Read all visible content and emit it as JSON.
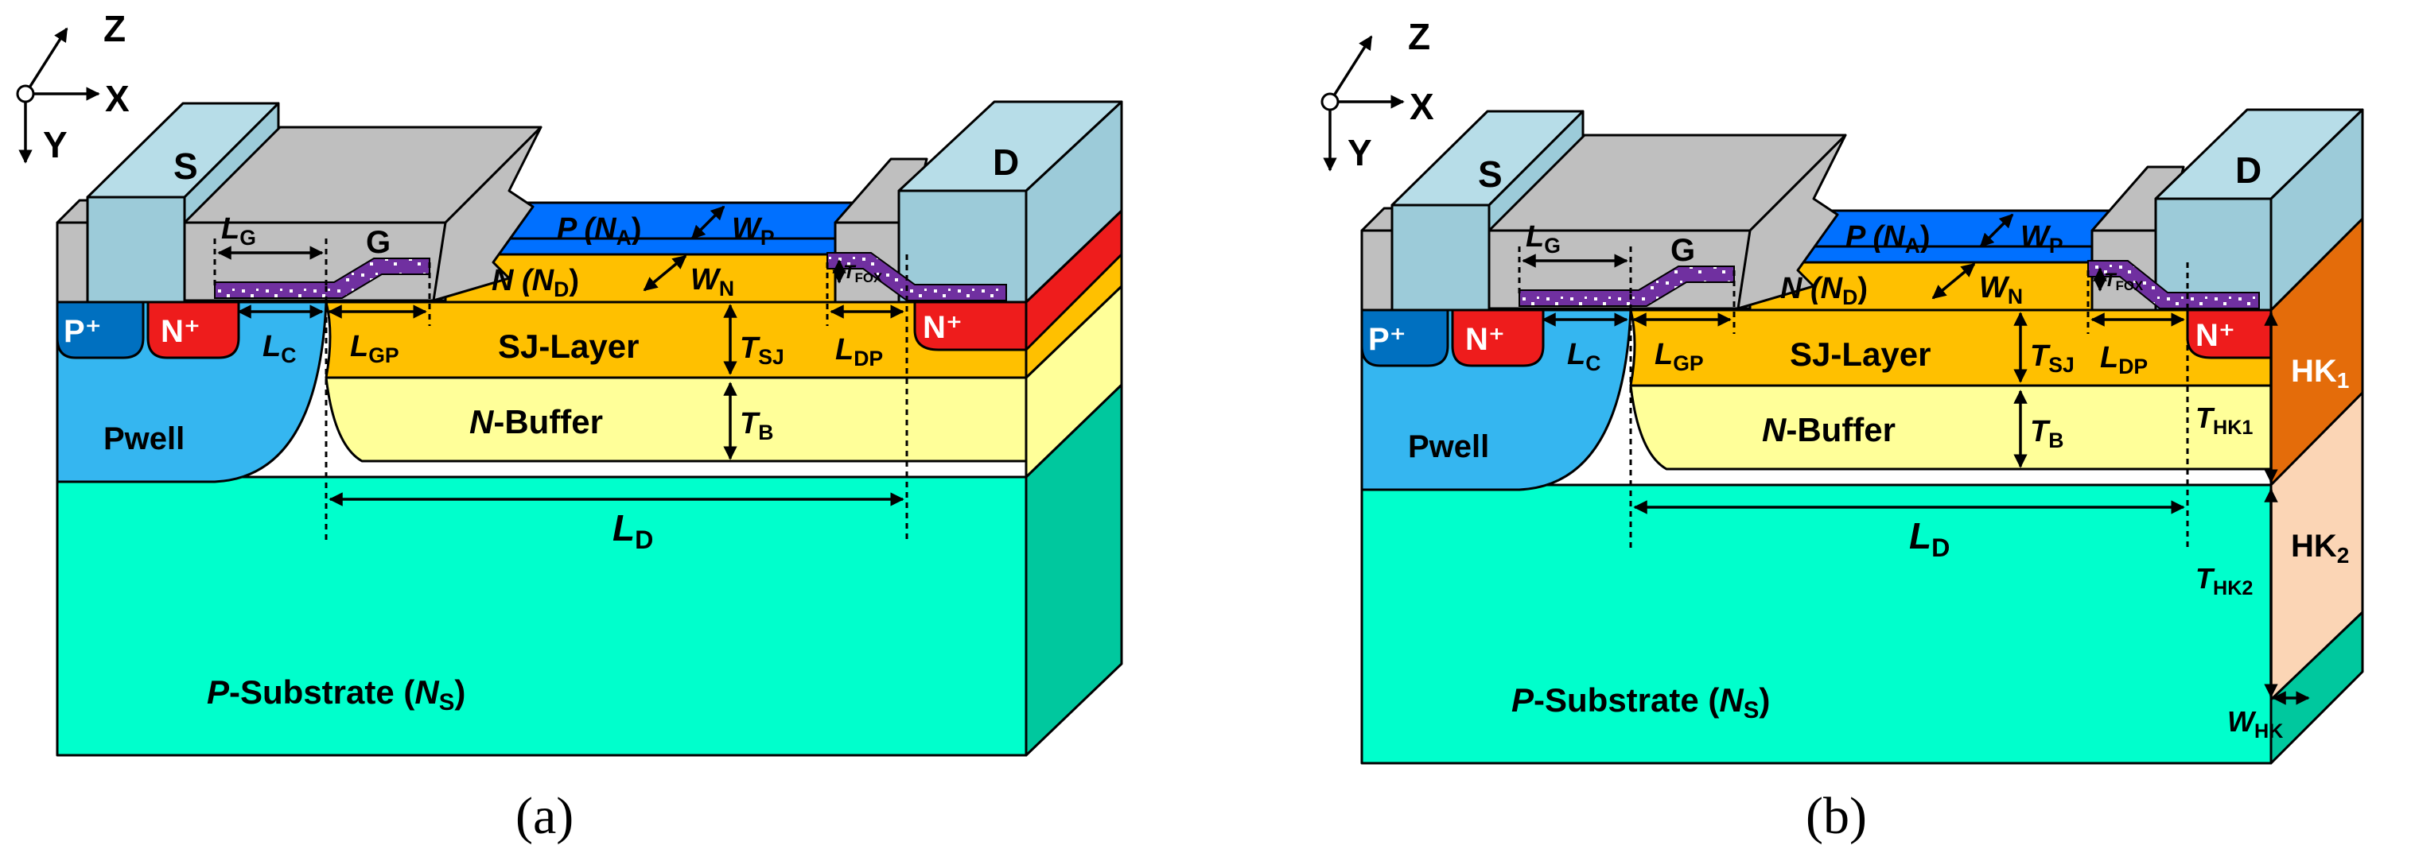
{
  "colors": {
    "substrate": "#00ffcc",
    "substrate_side": "#00c89e",
    "pwell": "#35b6f0",
    "pplus": "#0070c0",
    "nplus": "#ee1c1c",
    "sj": "#ffc000",
    "buffer": "#ffff99",
    "player": "#0070ff",
    "electrode": "#9ccbd9",
    "electrode_top": "#b7dde8",
    "gate": "#bfbfbf",
    "field_plate": "#7030a0",
    "hk1": "#e46c0a",
    "hk2": "#fbd5b5"
  },
  "axes": {
    "z": "Z",
    "x": "X",
    "y": "Y"
  },
  "panel_a": {
    "caption": "(a)",
    "source": "S",
    "drain": "D",
    "gate": "G",
    "player": {
      "pre": "P (",
      "sym": "N",
      "sub": "A",
      "post": ")"
    },
    "nlayer": {
      "pre": "N (",
      "sym": "N",
      "sub": "D",
      "post": ")"
    },
    "wp": {
      "sym": "W",
      "sub": "P"
    },
    "wn": {
      "sym": "W",
      "sub": "N"
    },
    "tfox": {
      "sym": "T",
      "sub": "FOX"
    },
    "pplus": "P⁺",
    "nplus_src": "N⁺",
    "nplus_drn": "N⁺",
    "sj_layer": "SJ-Layer",
    "n_buffer": {
      "italic": "N",
      "rest": "-Buffer"
    },
    "pwell": "Pwell",
    "substrate": {
      "italic1": "P",
      "mid": "-Substrate (",
      "italic2": "N",
      "sub": "S",
      "end": ")"
    },
    "lg": {
      "sym": "L",
      "sub": "G"
    },
    "lc": {
      "sym": "L",
      "sub": "C"
    },
    "lgp": {
      "sym": "L",
      "sub": "GP"
    },
    "ldp": {
      "sym": "L",
      "sub": "DP"
    },
    "tsj": {
      "sym": "T",
      "sub": "SJ"
    },
    "tb": {
      "sym": "T",
      "sub": "B"
    },
    "ld": {
      "sym": "L",
      "sub": "D"
    }
  },
  "panel_b": {
    "caption": "(b)",
    "source": "S",
    "drain": "D",
    "gate": "G",
    "player": {
      "pre": "P (",
      "sym": "N",
      "sub": "A",
      "post": ")"
    },
    "nlayer": {
      "pre": "N (",
      "sym": "N",
      "sub": "D",
      "post": ")"
    },
    "wp": {
      "sym": "W",
      "sub": "P"
    },
    "wn": {
      "sym": "W",
      "sub": "N"
    },
    "tfox": {
      "sym": "T",
      "sub": "FOX"
    },
    "pplus": "P⁺",
    "nplus_src": "N⁺",
    "nplus_drn": "N⁺",
    "sj_layer": "SJ-Layer",
    "n_buffer": {
      "italic": "N",
      "rest": "-Buffer"
    },
    "pwell": "Pwell",
    "substrate": {
      "italic1": "P",
      "mid": "-Substrate (",
      "italic2": "N",
      "sub": "S",
      "end": ")"
    },
    "lg": {
      "sym": "L",
      "sub": "G"
    },
    "lc": {
      "sym": "L",
      "sub": "C"
    },
    "lgp": {
      "sym": "L",
      "sub": "GP"
    },
    "ldp": {
      "sym": "L",
      "sub": "DP"
    },
    "tsj": {
      "sym": "T",
      "sub": "SJ"
    },
    "tb": {
      "sym": "T",
      "sub": "B"
    },
    "ld": {
      "sym": "L",
      "sub": "D"
    },
    "hk1": {
      "sym": "HK",
      "sub": "1"
    },
    "hk2": {
      "sym": "HK",
      "sub": "2"
    },
    "thk1": {
      "sym": "T",
      "sub": "HK1"
    },
    "thk2": {
      "sym": "T",
      "sub": "HK2"
    },
    "whk": {
      "sym": "W",
      "sub": "HK"
    }
  }
}
